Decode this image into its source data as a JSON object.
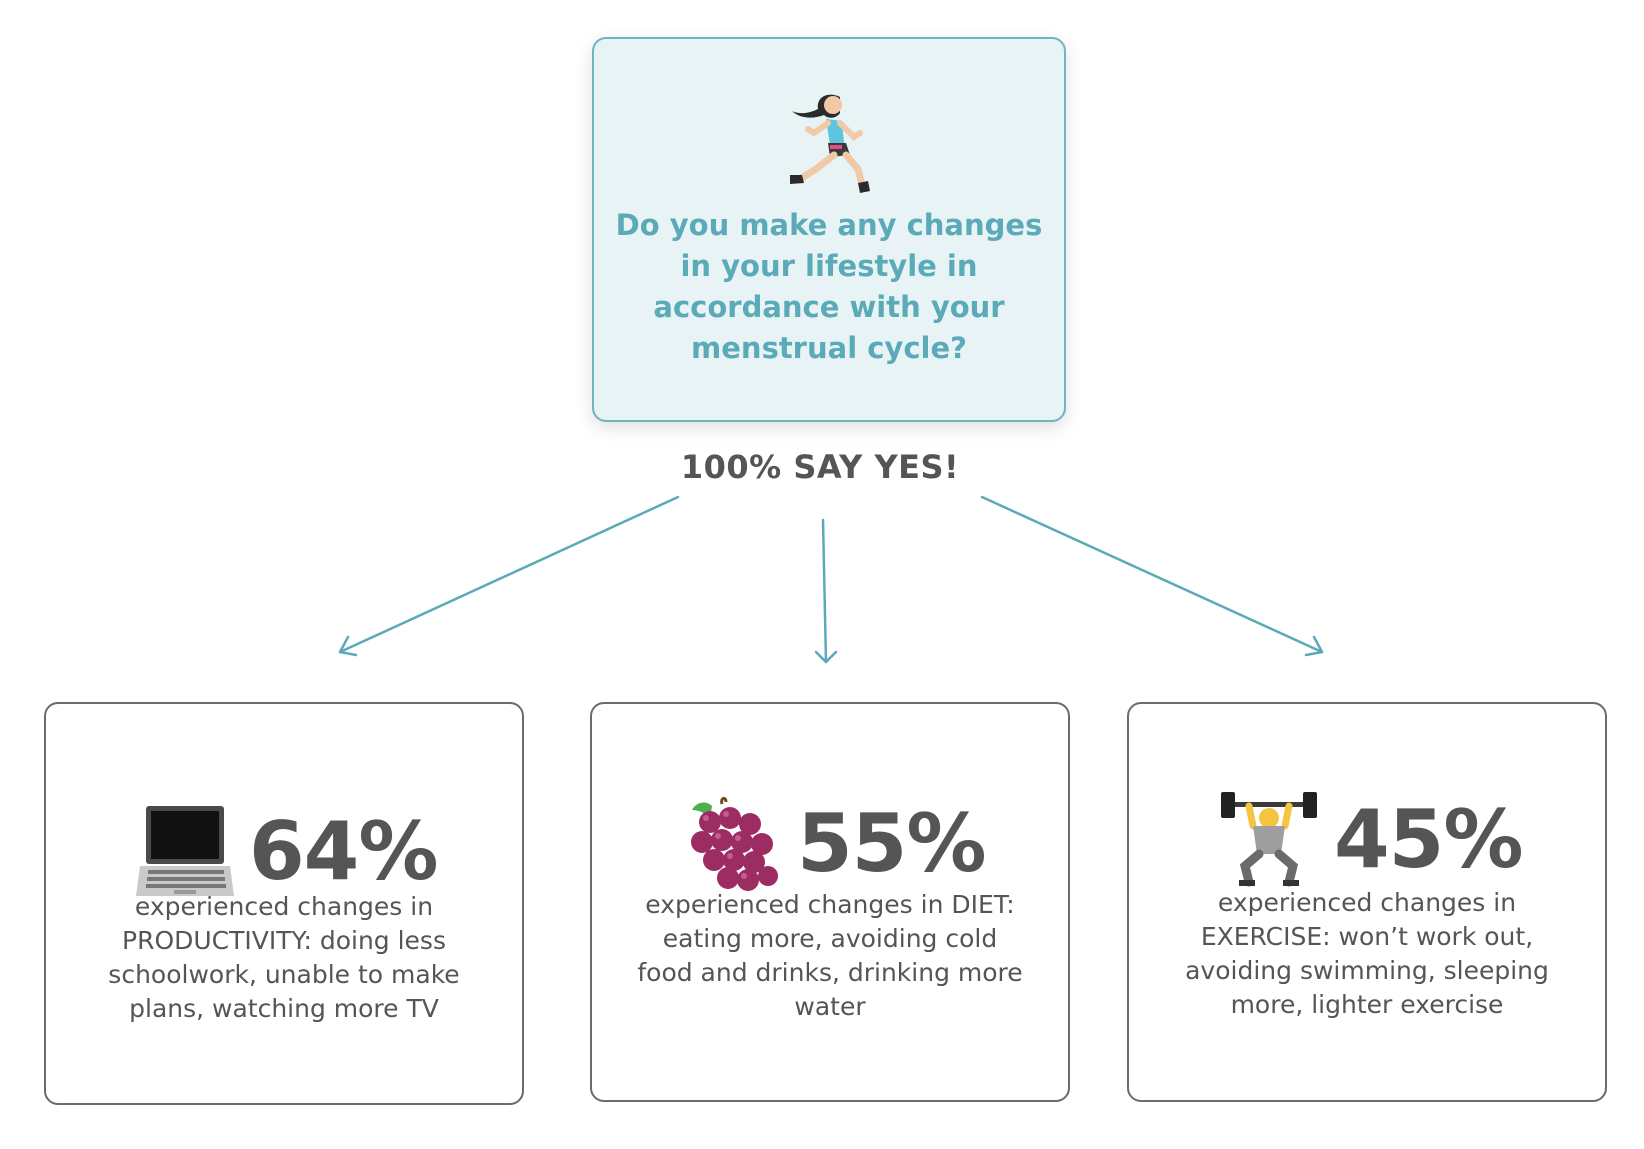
{
  "colors": {
    "accent": "#5aaab8",
    "text": "#555555",
    "box_fill": "#e7f3f4",
    "card_border": "#6b6b6b"
  },
  "question": {
    "icon": "woman-running-icon",
    "lines": [
      "Do you make any changes",
      "in your lifestyle in",
      "accordance with your",
      "menstrual cycle?"
    ]
  },
  "summary": "100% SAY YES!",
  "cards": [
    {
      "icon": "laptop-icon",
      "percent": "64%",
      "value": 64,
      "lines": [
        "experienced changes in",
        "PRODUCTIVITY: doing less",
        "schoolwork, unable to make",
        "plans, watching more TV"
      ]
    },
    {
      "icon": "grapes-icon",
      "percent": "55%",
      "value": 55,
      "lines": [
        "experienced changes in DIET:",
        "eating more, avoiding cold",
        "food and drinks, drinking more",
        "water"
      ]
    },
    {
      "icon": "weight-lifter-icon",
      "percent": "45%",
      "value": 45,
      "lines": [
        "experienced changes in",
        "EXERCISE: won’t work out,",
        "avoiding swimming, sleeping",
        "more, lighter exercise"
      ]
    }
  ]
}
